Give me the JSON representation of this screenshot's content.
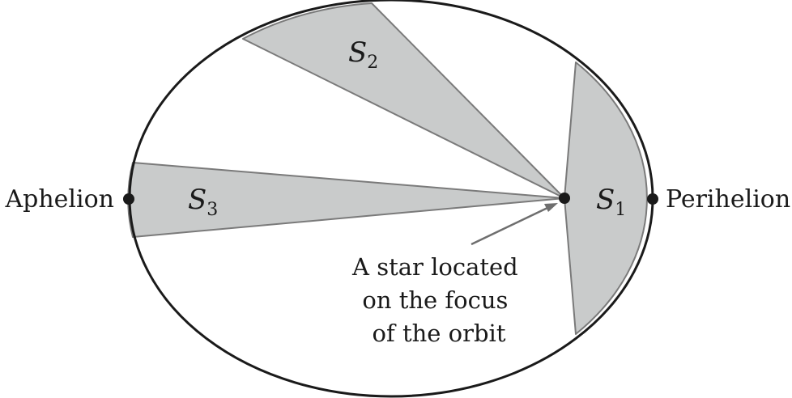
{
  "labels": {
    "aphelion": "Aphelion",
    "perihelion": "Perihelion",
    "star_caption": [
      "A star located",
      "on the focus",
      "of the orbit"
    ]
  },
  "sectors": [
    {
      "symbol": "S",
      "subscript": "1"
    },
    {
      "symbol": "S",
      "subscript": "2"
    },
    {
      "symbol": "S",
      "subscript": "3"
    }
  ],
  "colors": {
    "sector_fill": "#c9cbcb",
    "outline": "#1a1a1a",
    "sector_edge": "#7a7a7a"
  }
}
